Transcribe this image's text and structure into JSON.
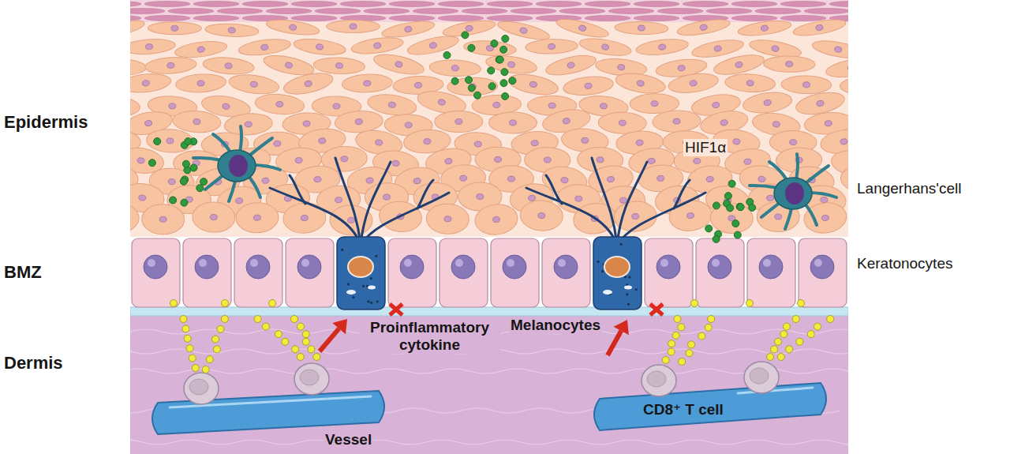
{
  "diagram": {
    "labels": [
      "Epidermis",
      "HIF1α",
      "Langerhans'cell",
      "BMZ",
      "Keratonocytes",
      "Melanocytes",
      "Proinflammatory cytokine",
      "Dermis",
      "CD8⁺ T cell",
      "Vessel"
    ]
  }
}
